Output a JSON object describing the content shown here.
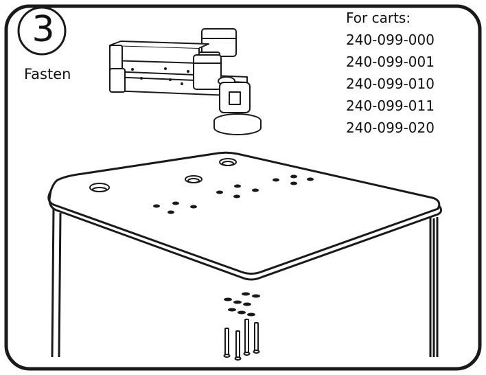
{
  "step": {
    "number": "3",
    "label": "Fasten"
  },
  "carts": {
    "title": "For carts:",
    "models": [
      "240-099-000",
      "240-099-001",
      "240-099-010",
      "240-099-011",
      "240-099-020"
    ]
  },
  "colors": {
    "line": "#1a1a1a",
    "background": "#ffffff"
  }
}
